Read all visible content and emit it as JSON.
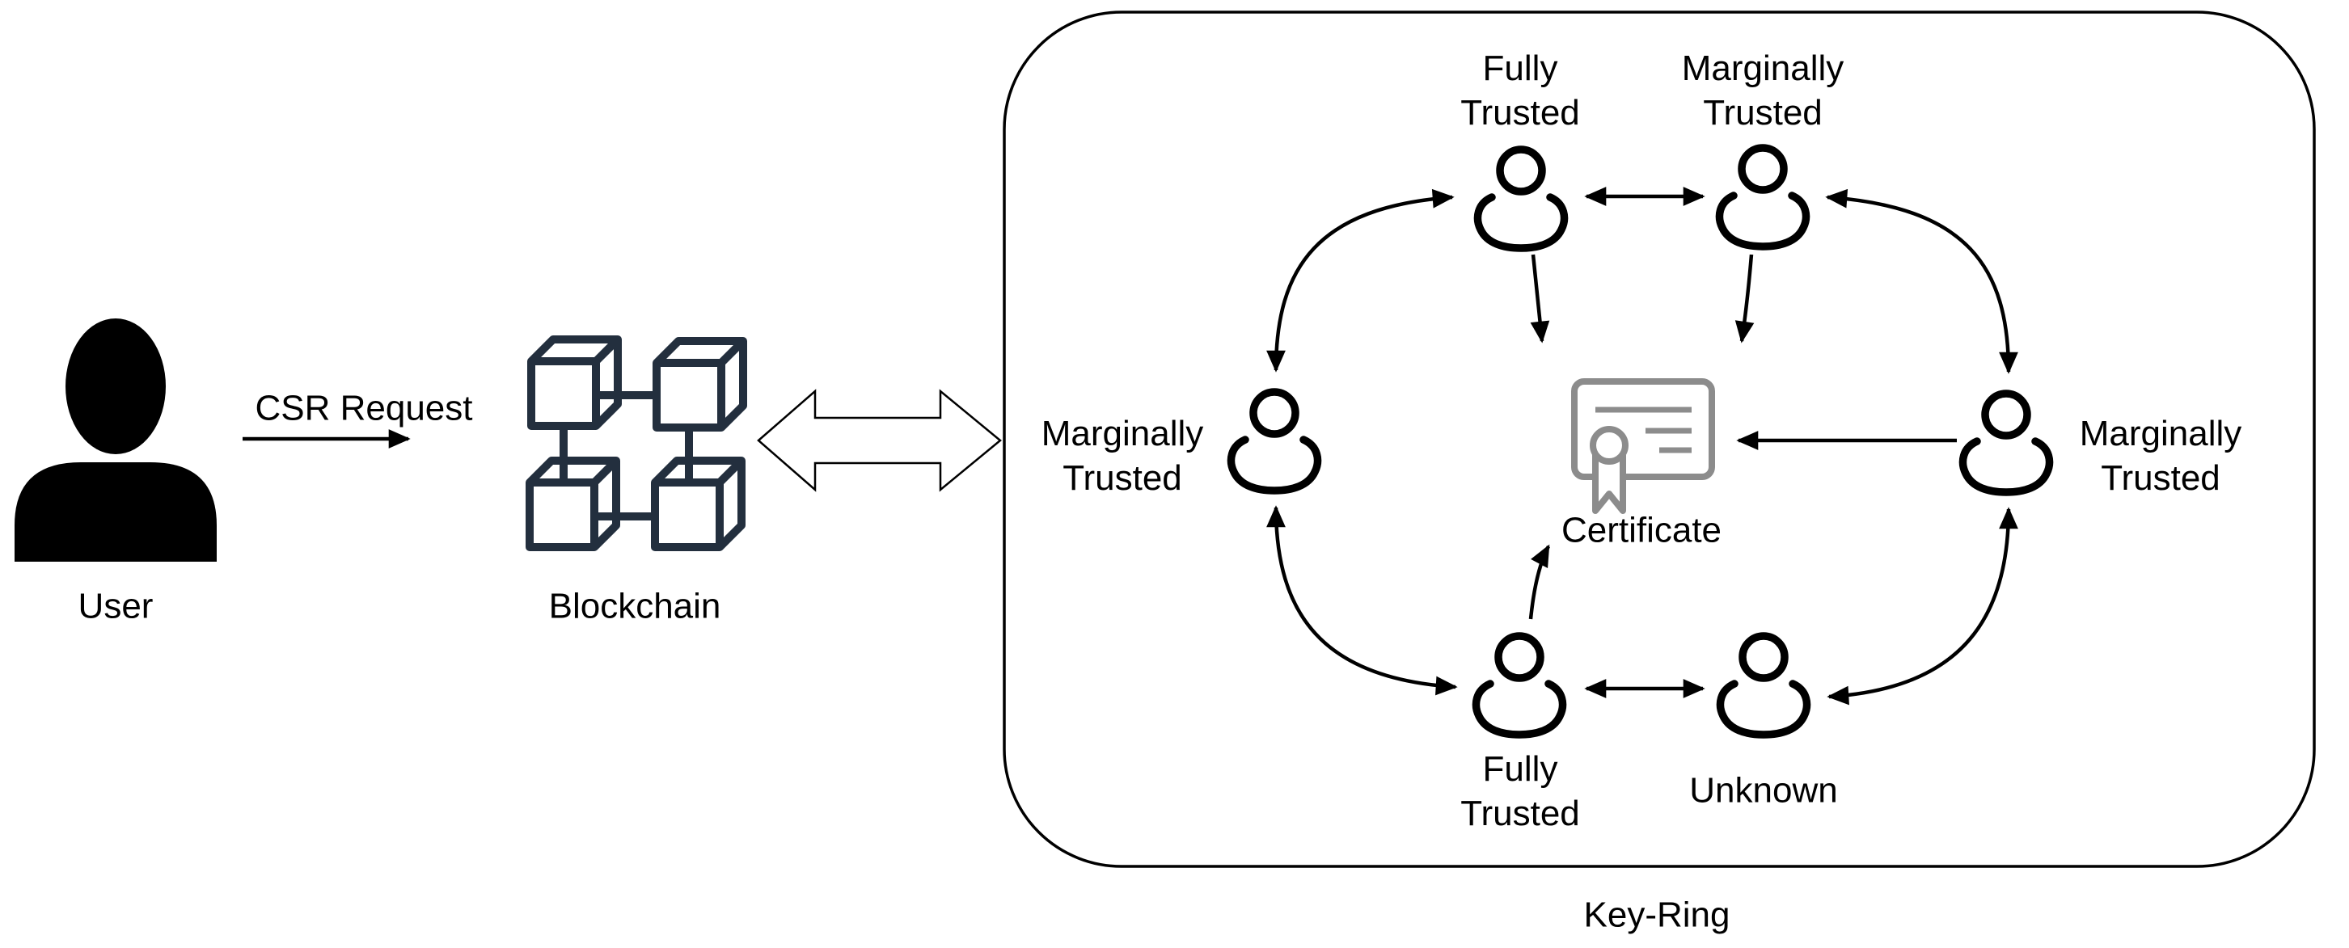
{
  "flow": {
    "user_label": "User",
    "request_label": "CSR Request",
    "blockchain_label": "Blockchain"
  },
  "keyring": {
    "title": "Key-Ring",
    "certificate_label": "Certificate",
    "members": [
      {
        "position": "top-left",
        "trust": "Fully Trusted",
        "line1": "Fully",
        "line2": "Trusted"
      },
      {
        "position": "top-right",
        "trust": "Marginally Trusted",
        "line1": "Marginally",
        "line2": "Trusted"
      },
      {
        "position": "left",
        "trust": "Marginally Trusted",
        "line1": "Marginally",
        "line2": "Trusted"
      },
      {
        "position": "right",
        "trust": "Marginally Trusted",
        "line1": "Marginally",
        "line2": "Trusted"
      },
      {
        "position": "bottom-left",
        "trust": "Fully Trusted",
        "line1": "Fully",
        "line2": "Trusted"
      },
      {
        "position": "bottom-right",
        "trust": "Unknown",
        "line1": "Unknown",
        "line2": ""
      }
    ]
  },
  "icons": {
    "user": "user-silhouette-icon",
    "blockchain": "blockchain-cubes-icon",
    "certificate": "certificate-icon",
    "member": "person-outline-icon"
  },
  "colors": {
    "ink": "#000000",
    "blockchain_icon": "#232f3e",
    "certificate_icon": "#8c8c8c",
    "background": "#ffffff"
  }
}
